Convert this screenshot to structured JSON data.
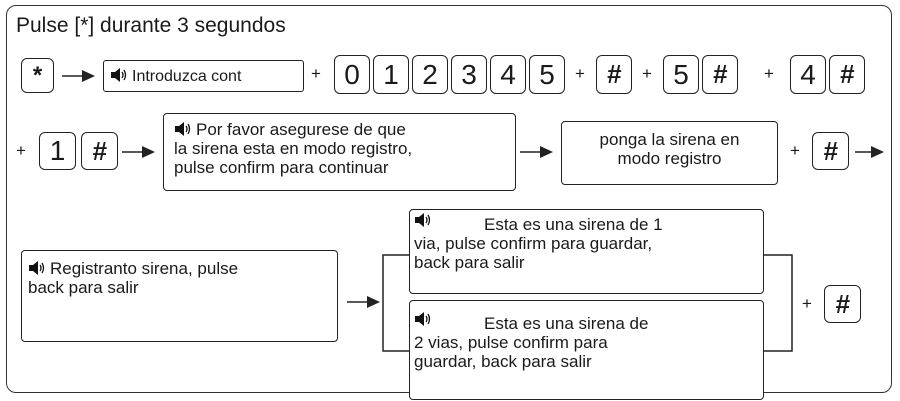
{
  "title": "Pulse [*] durante 3 segundos",
  "keys": {
    "star": "*",
    "hash": "#",
    "digits": [
      "0",
      "1",
      "2",
      "3",
      "4",
      "5"
    ],
    "five": "5",
    "four": "4",
    "one": "1"
  },
  "plus": "+",
  "screens": {
    "password": "Introduzca cont",
    "confirm_mode": [
      "Por favor asegurese de que",
      "la sirena esta en modo registro,",
      "pulse confirm para continuar"
    ],
    "set_mode": [
      "ponga la sirena en",
      "modo registro"
    ],
    "registering": [
      "Registranto sirena, pulse",
      "back para salir"
    ],
    "one_way": [
      "Esta es una sirena de 1",
      "via, pulse confirm para guardar,",
      "back para salir"
    ],
    "two_way": [
      "Esta es una sirena de",
      "2 vias, pulse confirm para",
      "guardar, back para salir"
    ]
  },
  "icons": {
    "speaker": "speaker-icon",
    "arrow": "arrow-right-icon"
  }
}
